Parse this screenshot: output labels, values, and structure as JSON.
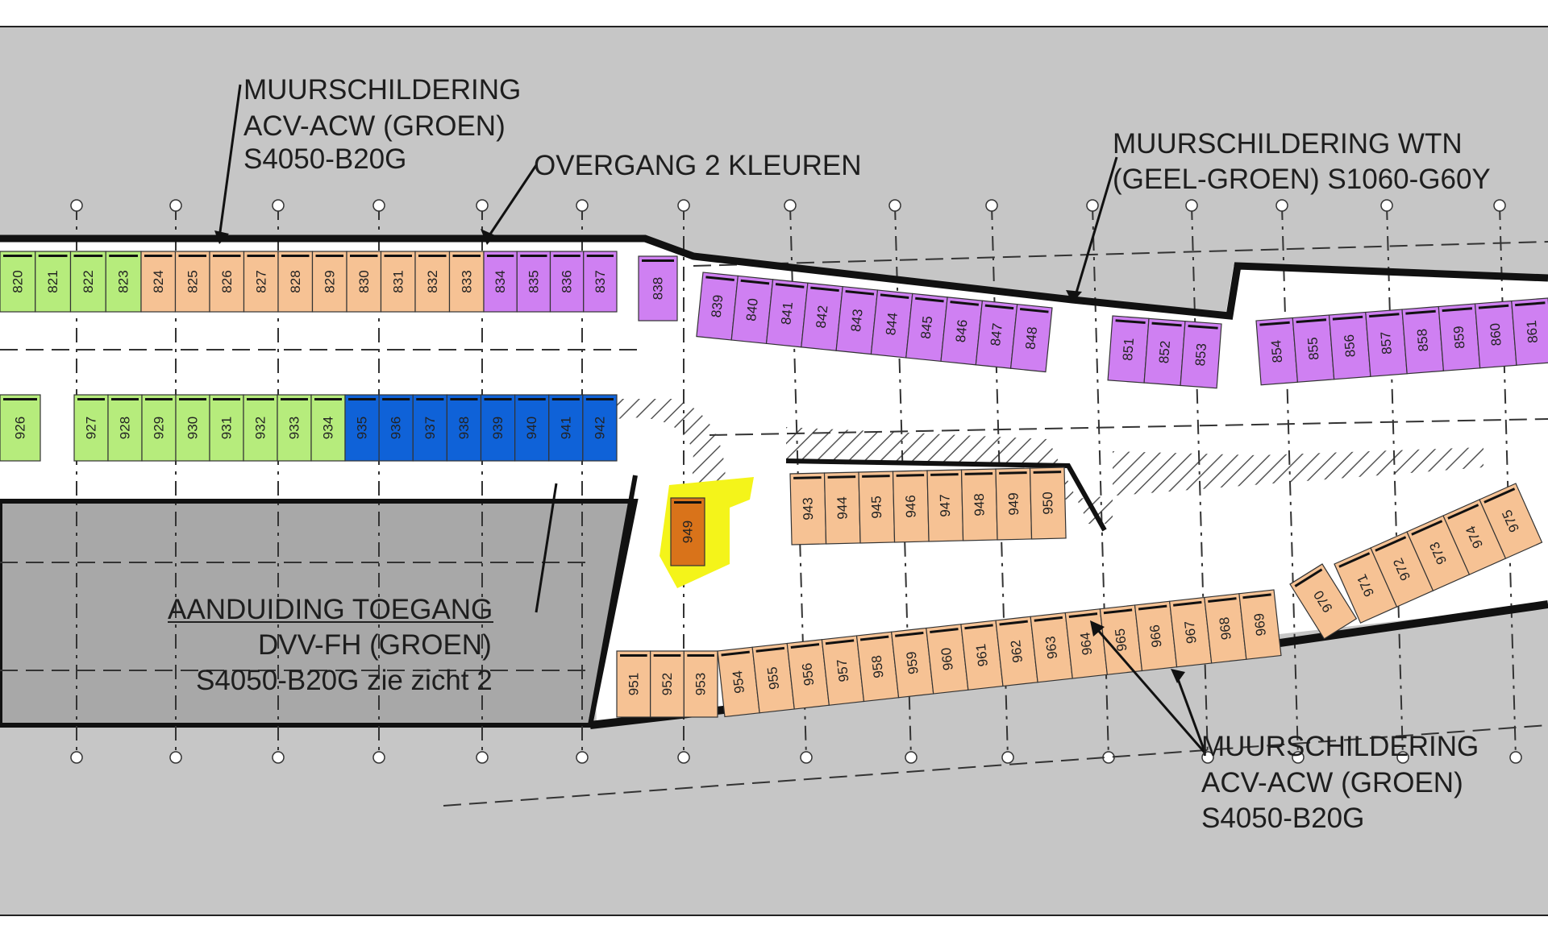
{
  "annotations": {
    "top_left": [
      "MUURSCHILDERING",
      "ACV-ACW (GROEN)",
      "S4050-B20G"
    ],
    "transition": "OVERGANG 2 KLEUREN",
    "top_right": [
      "MUURSCHILDERING WTN",
      "(GEEL-GROEN) S1060-G60Y"
    ],
    "access": [
      "AANDUIDING TOEGANG",
      "DVV-FH (GROEN)",
      "S4050-B20G zie zicht 2"
    ],
    "bottom_right": [
      "MUURSCHILDERING",
      "ACV-ACW (GROEN)",
      "S4050-B20G"
    ]
  },
  "colors": {
    "green": "#b6ec7c",
    "orange": "#f6c294",
    "purple": "#cf80f2",
    "blue": "#0f62d8",
    "yellow": "#f4f41a",
    "dark_orange": "#d9731a",
    "background": "#c6c6c6",
    "outside_block": "#a8a8a8"
  },
  "bays": {
    "row1_green": [
      "820",
      "821",
      "822",
      "823"
    ],
    "row1_orange": [
      "824",
      "825",
      "826",
      "827",
      "828",
      "829",
      "830",
      "831",
      "832",
      "833"
    ],
    "row1_purple": [
      "834",
      "835",
      "836",
      "837"
    ],
    "upper_purple_a": [
      "838"
    ],
    "upper_purple_b": [
      "839",
      "840",
      "841",
      "842",
      "843",
      "844",
      "845",
      "846",
      "847",
      "848"
    ],
    "upper_purple_c": [
      "851",
      "852",
      "853"
    ],
    "upper_purple_d": [
      "854",
      "855",
      "856",
      "857",
      "858",
      "859",
      "860",
      "861"
    ],
    "row2_green_single": [
      "926"
    ],
    "row2_green": [
      "927",
      "928",
      "929",
      "930",
      "931",
      "932",
      "933",
      "934"
    ],
    "row2_blue": [
      "935",
      "936",
      "937",
      "938",
      "939",
      "940",
      "941",
      "942"
    ],
    "special_bay": [
      "949"
    ],
    "middle_orange": [
      "943",
      "944",
      "945",
      "946",
      "947",
      "948",
      "949",
      "950"
    ],
    "lower_orange_a": [
      "951",
      "952",
      "953"
    ],
    "lower_orange_b": [
      "954",
      "955",
      "956",
      "957",
      "958",
      "959",
      "960",
      "961",
      "962",
      "963",
      "964",
      "965",
      "966",
      "967",
      "968",
      "969"
    ],
    "lower_orange_c": [
      "970"
    ],
    "lower_orange_d": [
      "971",
      "972",
      "973",
      "974",
      "975"
    ]
  }
}
